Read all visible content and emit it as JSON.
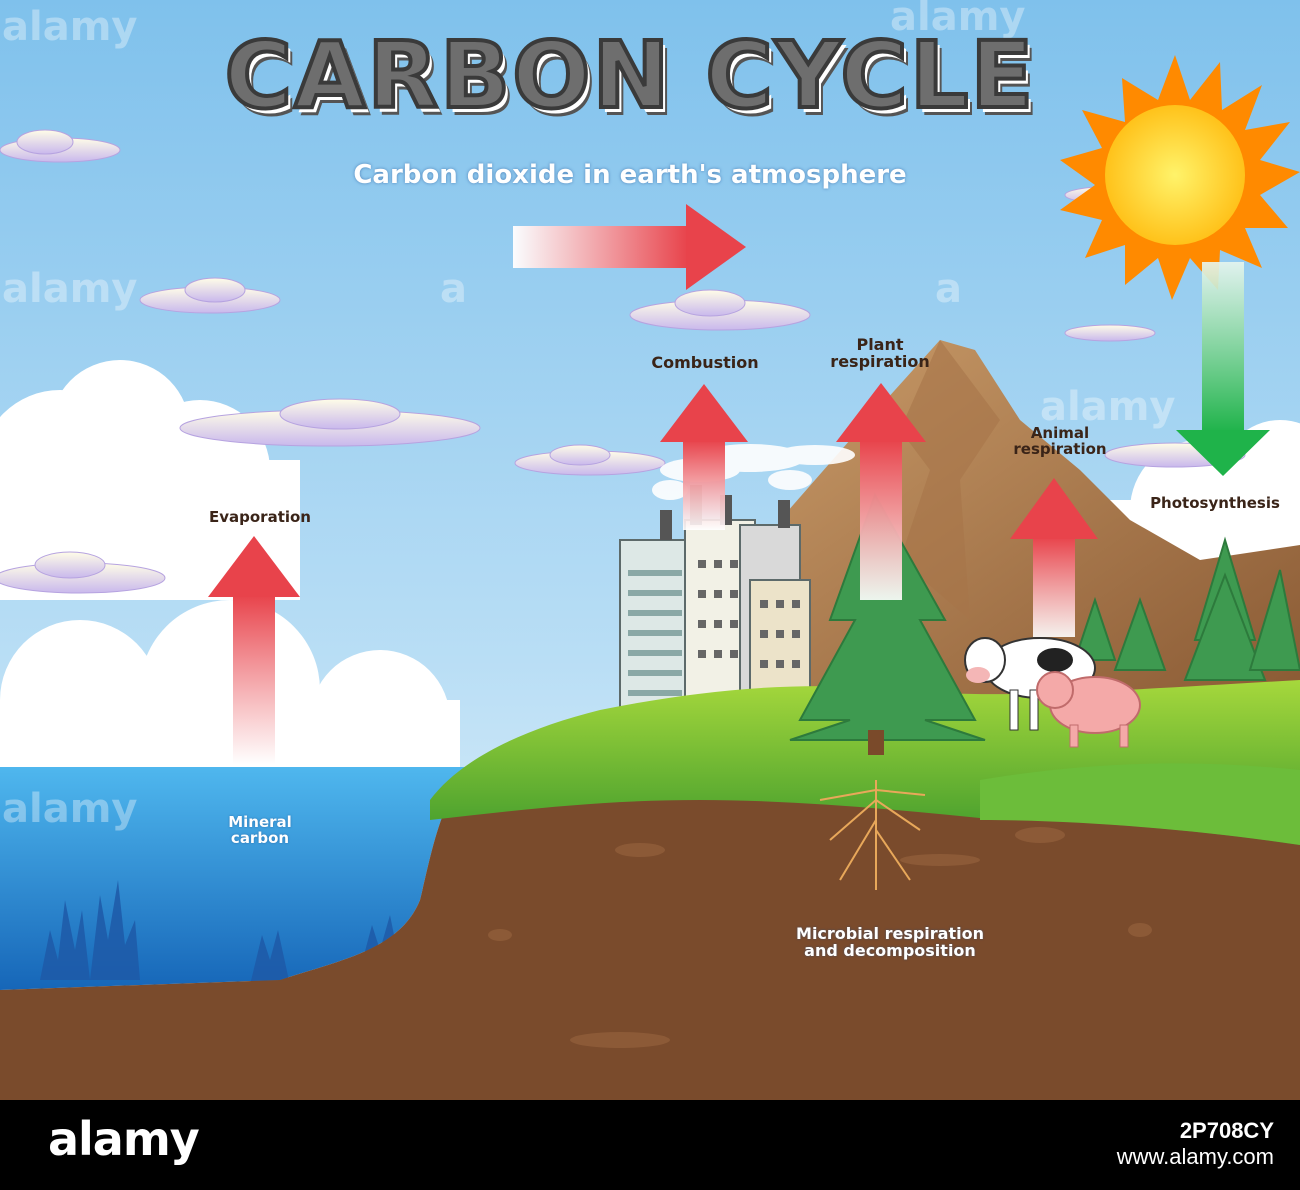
{
  "title": "CARBON CYCLE",
  "subtitle": "Carbon dioxide in earth's atmosphere",
  "labels": {
    "evaporation": "Evaporation",
    "mineral_carbon_1": "Mineral",
    "mineral_carbon_2": "carbon",
    "combustion": "Combustion",
    "plant_resp_1": "Plant",
    "plant_resp_2": "respiration",
    "animal_resp_1": "Animal",
    "animal_resp_2": "respiration",
    "photosynthesis": "Photosynthesis",
    "microbial_1": "Microbial respiration",
    "microbial_2": "and decomposition"
  },
  "watermark": {
    "logo": "alamy",
    "image_id": "2P708CY",
    "url": "www.alamy.com"
  },
  "colors": {
    "sky_top": "#8cc8ee",
    "sky_bottom": "#e8f4fb",
    "ocean": "#1e8fd6",
    "grass": "#5aa832",
    "soil": "#7a4b2c",
    "arrow_red": "#e8434b",
    "arrow_green": "#1fb34a",
    "sun": "#ffd21f"
  }
}
